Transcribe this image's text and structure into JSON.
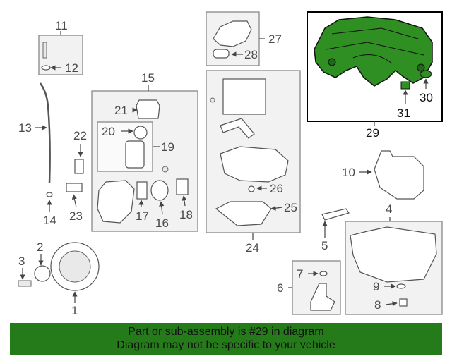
{
  "callouts": {
    "c1": "1",
    "c2": "2",
    "c3": "3",
    "c4": "4",
    "c5": "5",
    "c6": "6",
    "c7": "7",
    "c8": "8",
    "c9": "9",
    "c10": "10",
    "c11": "11",
    "c12": "12",
    "c13": "13",
    "c14": "14",
    "c15": "15",
    "c16": "16",
    "c17": "17",
    "c18": "18",
    "c19": "19",
    "c20": "20",
    "c21": "21",
    "c22": "22",
    "c23": "23",
    "c24": "24",
    "c25": "25",
    "c26": "26",
    "c27": "27",
    "c28": "28",
    "c29": "29",
    "c30": "30",
    "c31": "31"
  },
  "highlight": {
    "part_number": "29",
    "color": "#257a1a"
  },
  "banner": {
    "line1": "Part or sub-assembly is #29 in diagram",
    "line2": "Diagram may not be specific to your vehicle",
    "background": "#257a1a"
  }
}
